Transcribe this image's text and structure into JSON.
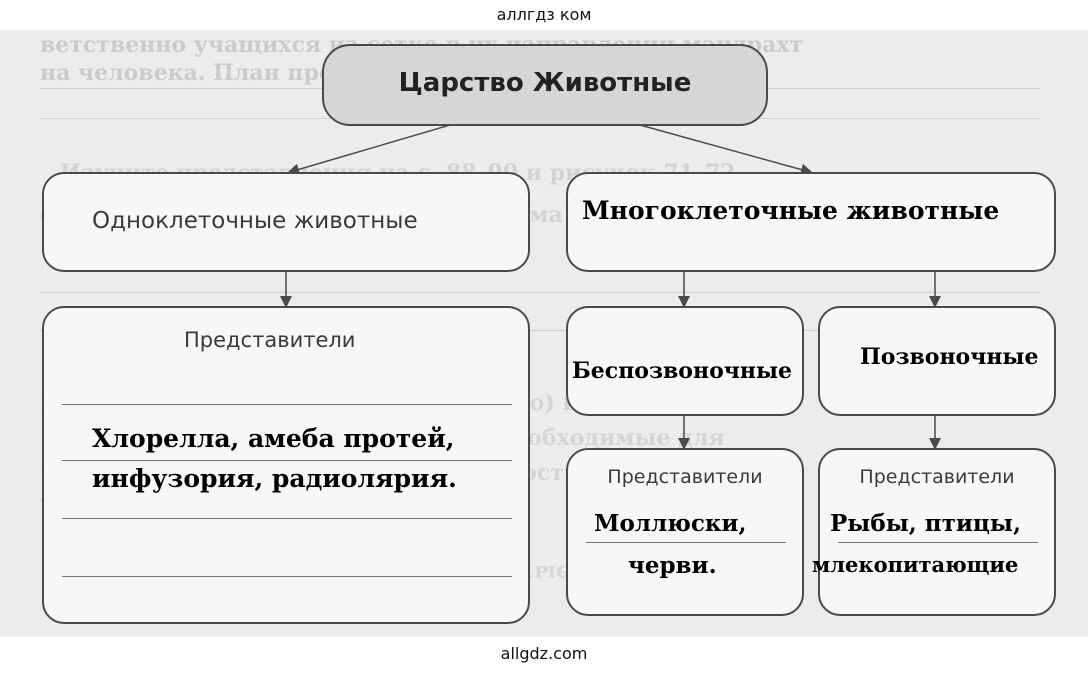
{
  "watermark_top": "аллгдз ком",
  "watermark_bottom": "allgdz.com",
  "root": {
    "label": "Царство Животные"
  },
  "left_branch": {
    "label": "Одноклеточные животные",
    "representatives": {
      "heading": "Представители",
      "answer_line1": "Хлорелла, амеба протей,",
      "answer_line2": "инфузория, радиолярия."
    }
  },
  "right_branch": {
    "label": "Многоклеточные животные",
    "invertebrates": {
      "label": "Беспозвоночные",
      "heading": "Представители",
      "answer_line1": "Моллюски,",
      "answer_line2": "черви."
    },
    "vertebrates": {
      "label": "Позвоночные",
      "heading": "Представители",
      "answer_line1": "Рыбы, птицы,",
      "answer_line2": "млекопитающие"
    }
  },
  "colors": {
    "box_border": "#4a4a4a",
    "root_fill": "#d6d6d6",
    "scan_bg": "#ececec"
  }
}
